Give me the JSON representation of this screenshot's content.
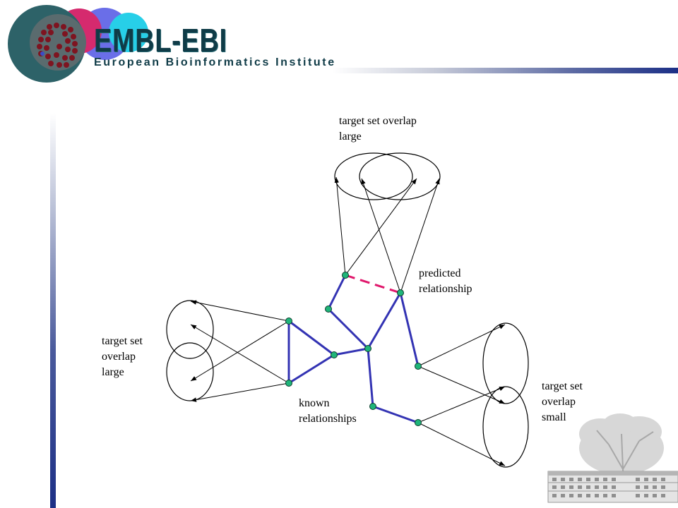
{
  "header": {
    "logo_title": "EMBL-EBI",
    "logo_subtitle": "European Bioinformatics Institute"
  },
  "diagram": {
    "labels": {
      "top_overlap_l1": "target set overlap",
      "top_overlap_l2": "large",
      "left_overlap_l1": "target set",
      "left_overlap_l2": "overlap",
      "left_overlap_l3": "large",
      "right_overlap_l1": "target set",
      "right_overlap_l2": "overlap",
      "right_overlap_l3": "small",
      "predicted_l1": "predicted",
      "predicted_l2": "relationship",
      "known_l1": "known",
      "known_l2": "relationships"
    },
    "colors": {
      "known_edge": "#3333b3",
      "predicted_edge": "#e0186c",
      "node_fill": "#1fb57a",
      "arrow": "#000000"
    }
  }
}
